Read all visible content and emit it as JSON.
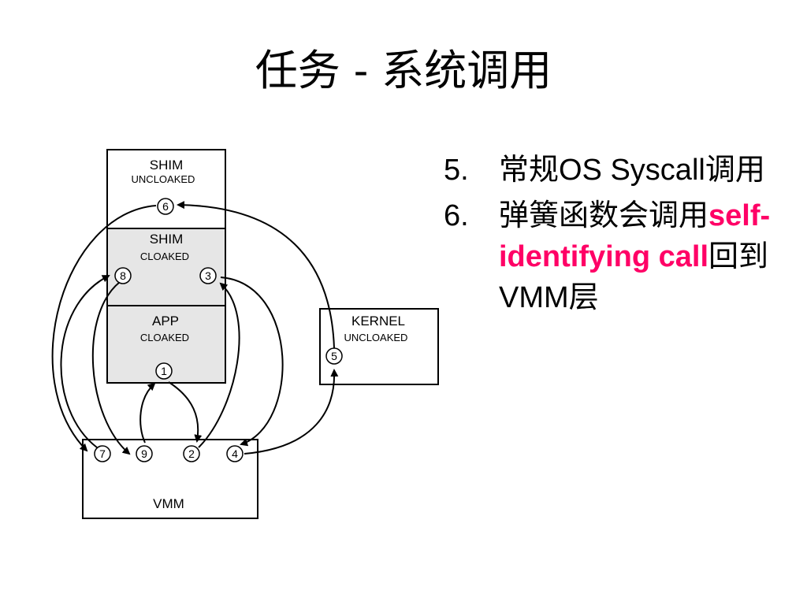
{
  "title": "任务 - 系统调用",
  "diagram": {
    "boxes": {
      "shim_uncloaked": {
        "label": "SHIM",
        "sub": "UNCLOAKED"
      },
      "shim_cloaked": {
        "label": "SHIM",
        "sub": "CLOAKED"
      },
      "app_cloaked": {
        "label": "APP",
        "sub": "CLOAKED"
      },
      "kernel": {
        "label": "KERNEL",
        "sub": "UNCLOAKED"
      },
      "vmm": {
        "label": "VMM"
      }
    },
    "steps": {
      "s1": "1",
      "s2": "2",
      "s3": "3",
      "s4": "4",
      "s5": "5",
      "s6": "6",
      "s7": "7",
      "s8": "8",
      "s9": "9"
    },
    "colors": {
      "shaded_fill": "#e6e6e6",
      "stroke": "#000000"
    }
  },
  "notes": [
    {
      "num": "5.",
      "text": "常规OS Syscall调用"
    },
    {
      "num": "6.",
      "text_before": "弹簧函数会调用",
      "highlight": "self-identifying call",
      "text_after": "回到VMM层"
    }
  ],
  "colors": {
    "highlight": "#ff0066"
  }
}
